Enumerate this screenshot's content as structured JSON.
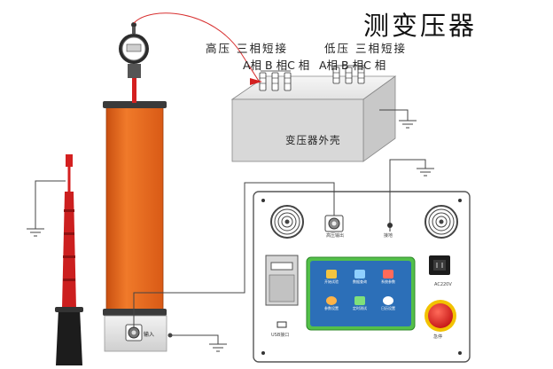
{
  "title": "测变压器",
  "transformer": {
    "hv_group_label": "高压 三相短接",
    "hv_phases": "A相 B 相C 相",
    "lv_group_label": "低压 三相短接",
    "lv_phases": "A相 B 相C 相",
    "shell_label": "变压器外壳"
  },
  "hv_generator": {
    "input_label": "输入"
  },
  "control_box": {
    "hv_output_label": "高压输出",
    "ground_label": "接地",
    "usb_label": "USB接口",
    "power_label": "AC220V",
    "estop_label": "急停",
    "screen_apps": [
      "开始试验",
      "数据查询",
      "系统参数",
      "参数设置",
      "定时测试",
      "日历设置"
    ]
  },
  "colors": {
    "generator_body": "#e8661c",
    "rod_red": "#d42020",
    "panel_fill": "#ffffff",
    "screen_blue": "#2c6fb8",
    "screen_frame": "#53c04a",
    "estop_red": "#e02828",
    "wire_red": "#d83030"
  }
}
